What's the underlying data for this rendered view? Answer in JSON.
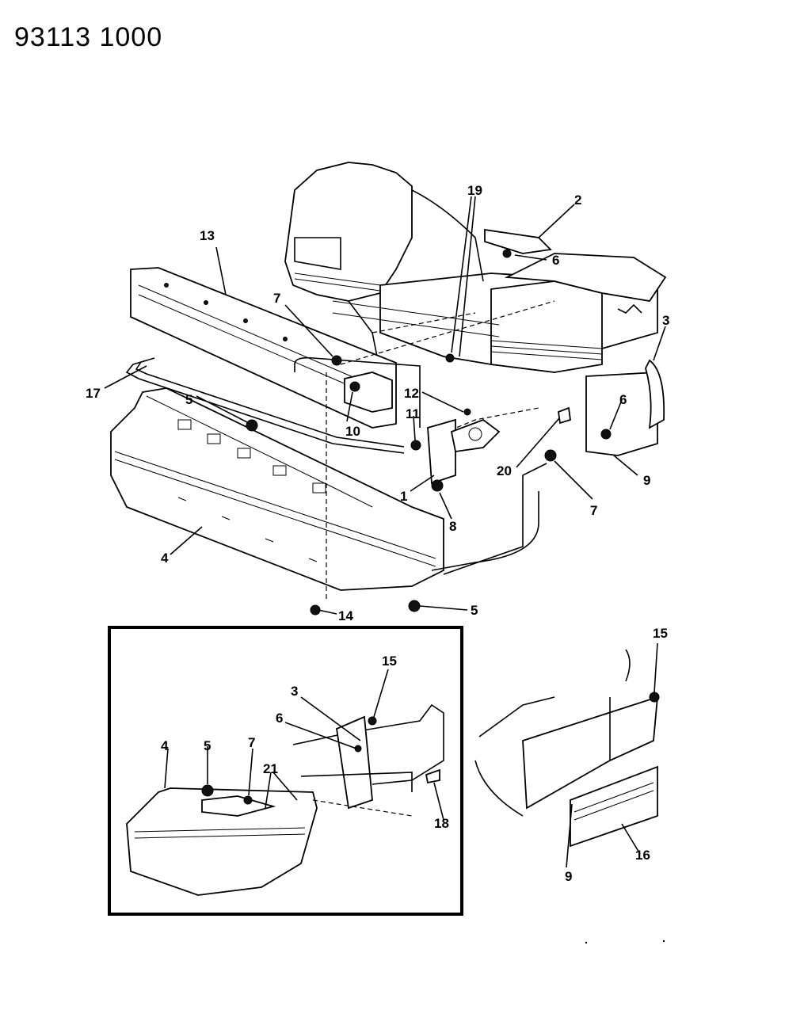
{
  "header": {
    "code": "93113 1000"
  },
  "callouts": {
    "c1": "1",
    "c2": "2",
    "c3": "3",
    "c4": "4",
    "c5": "5",
    "c6": "6",
    "c7": "7",
    "c8": "8",
    "c9": "9",
    "c10": "10",
    "c11": "11",
    "c12": "12",
    "c13": "13",
    "c14": "14",
    "c15": "15",
    "c16": "16",
    "c17": "17",
    "c18": "18",
    "c19": "19",
    "c20": "20",
    "c21": "21"
  }
}
